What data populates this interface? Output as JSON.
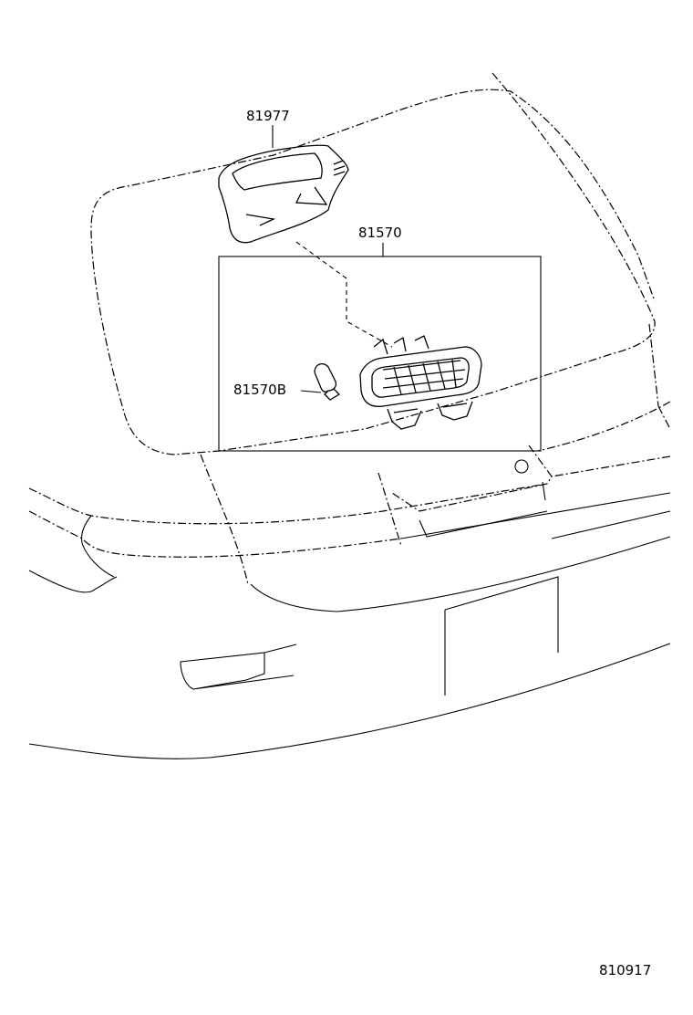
{
  "labels": {
    "part_81977": "81977",
    "part_81570": "81570",
    "part_81570B": "81570B",
    "figure_id": "810917"
  },
  "colors": {
    "line": "#000000",
    "background": "#ffffff"
  }
}
